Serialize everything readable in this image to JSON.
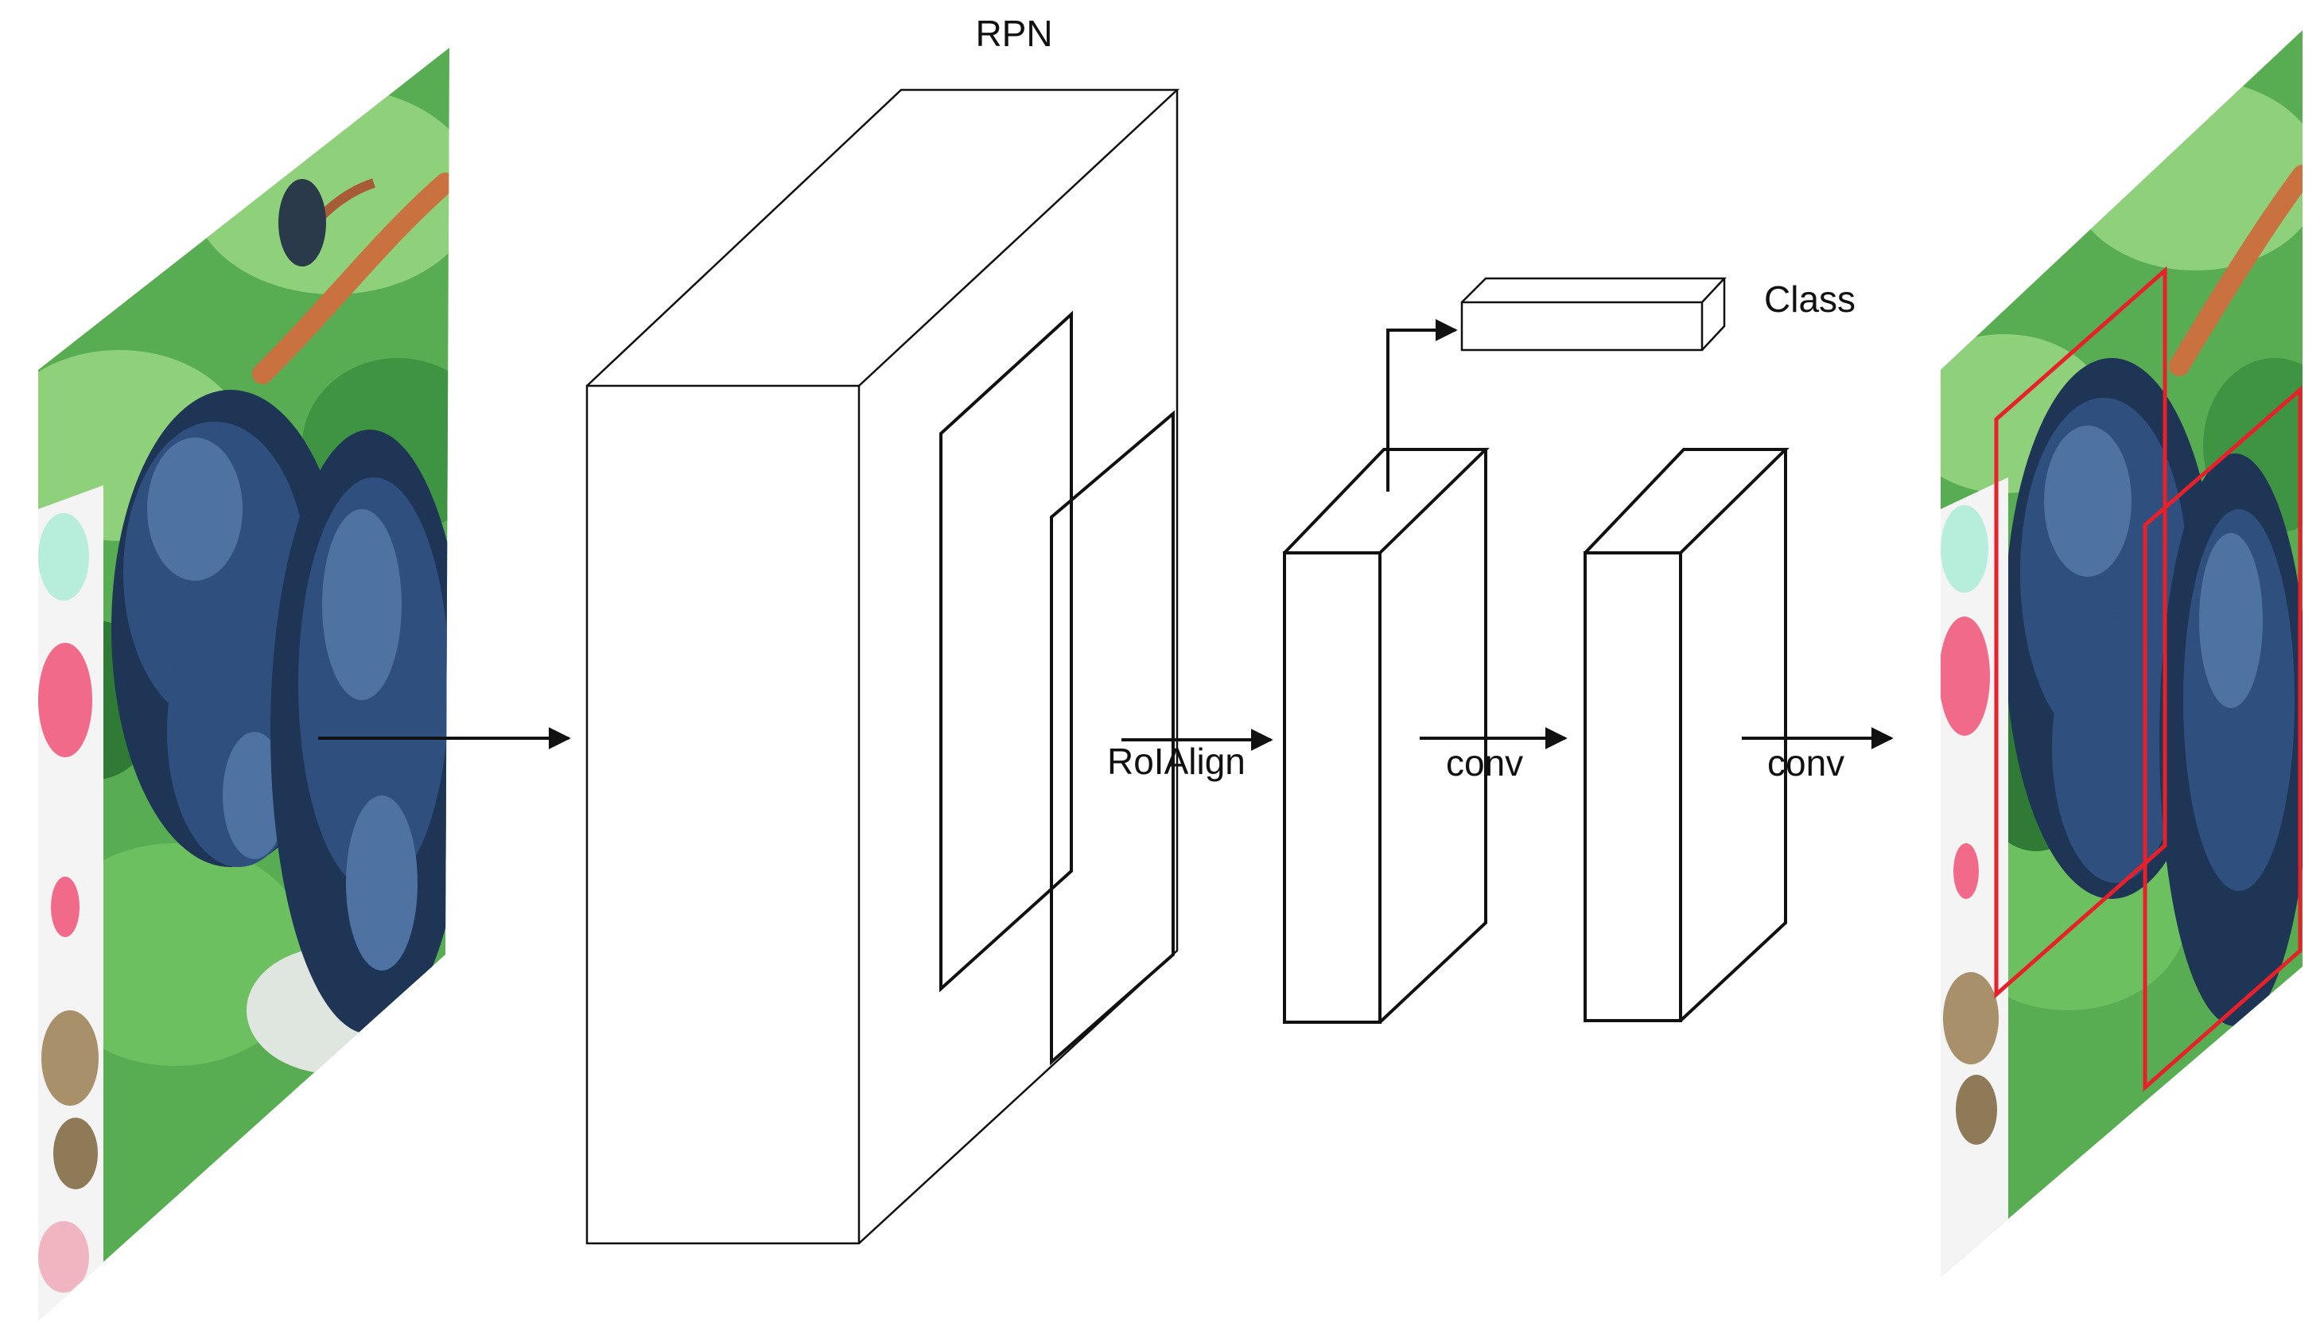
{
  "labels": {
    "rpn": "RPN",
    "class": "Class",
    "roialign": "RoIAlign",
    "conv1": "conv",
    "conv2": "conv"
  },
  "colors": {
    "line": "#111111",
    "detection_box": "#e8202a",
    "leaf_light": "#8fd17a",
    "leaf_mid": "#4fa84a",
    "leaf_dark": "#2f7a35",
    "grape_dark": "#1f3556",
    "grape_mid": "#2f4f7f",
    "grape_light": "#4e73a3",
    "card_white": "#f4f4f4",
    "disc_mint": "#b7eedb",
    "disc_pink": "#f26a8a",
    "coin": "#a8906a",
    "bark": "#c9713f"
  },
  "icons": {
    "input": "grape-cluster-photo",
    "output": "grape-cluster-photo-with-detections"
  }
}
